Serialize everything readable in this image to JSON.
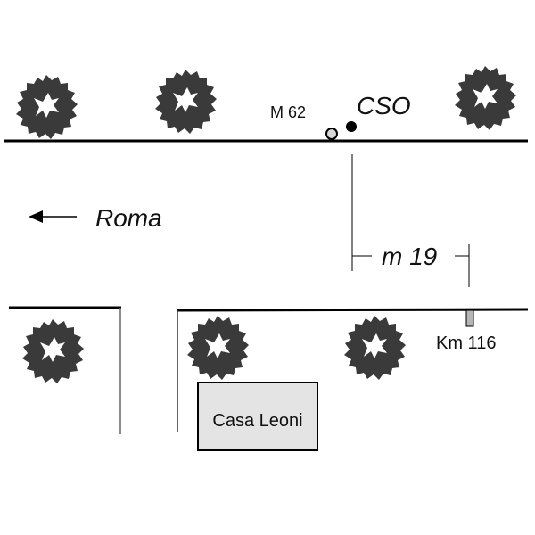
{
  "map": {
    "colors": {
      "line": "#000000",
      "tree": "#3a3a3a",
      "building_fill": "#e4e4e4",
      "marker_open_fill": "#d8d8d8",
      "marker_filled": "#000000",
      "km_post_fill": "#b5b5b5"
    },
    "labels": {
      "station_code": "CSO",
      "marker": "M 62",
      "direction": "Roma",
      "distance": "m 19",
      "km_post": "Km 116",
      "building": "Casa Leoni"
    },
    "icons": {
      "tree": "tree-icon",
      "arrow": "arrow-left-icon",
      "open_marker": "open-circle-marker-icon",
      "filled_marker": "filled-circle-marker-icon",
      "km_post": "kilometer-post-icon"
    }
  }
}
